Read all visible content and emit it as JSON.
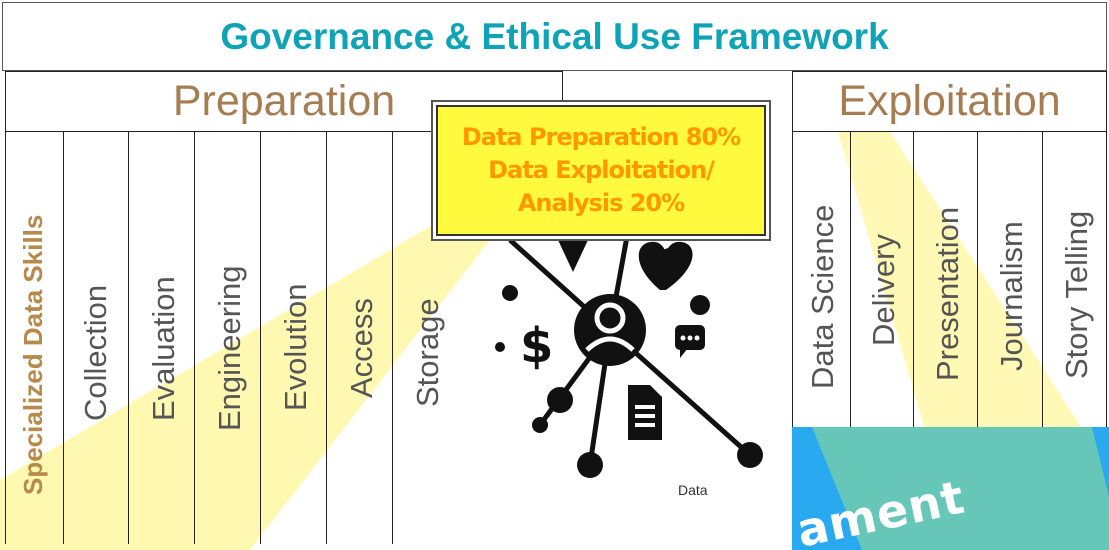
{
  "title": "Governance & Ethical Use Framework",
  "preparation": {
    "heading": "Preparation",
    "columns": [
      "Specialized Data Skills",
      "Collection",
      "Evaluation",
      "Engineering",
      "Evolution",
      "Access",
      "Storage"
    ]
  },
  "exploitation": {
    "heading": "Exploitation",
    "columns": [
      "Data Science",
      "Delivery",
      "Presentation",
      "Journalism",
      "Story Telling"
    ]
  },
  "callout": {
    "line1": "Data Preparation 80%",
    "line2": "Data Exploitation/",
    "line3": "Analysis 20%"
  },
  "hub_caption": "Data",
  "corner_banner_text": "ament",
  "colors": {
    "title": "#0fa3b8",
    "heading": "#a67c52",
    "highlight_label": "#b58a4a",
    "callout_bg": "#fffa3d",
    "callout_text": "#ff9800",
    "beam": "#fff8a0",
    "panel_blue": "#29a9f0",
    "panel_teal": "#66c6b8"
  },
  "icons": [
    "dollar-icon",
    "person-icon",
    "heart-icon",
    "chat-icon",
    "document-icon"
  ]
}
